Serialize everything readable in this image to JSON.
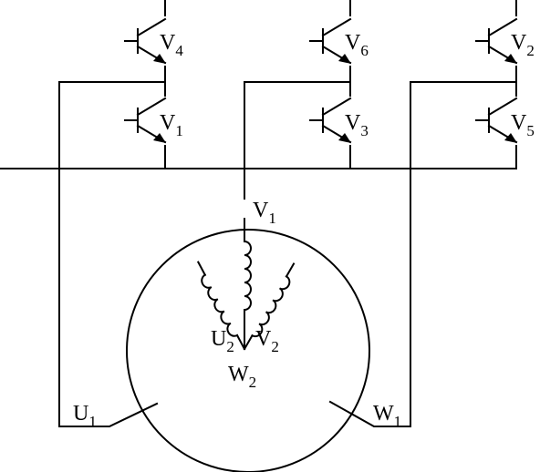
{
  "transistors": [
    {
      "id": "v4",
      "letter": "V",
      "index": "4"
    },
    {
      "id": "v1",
      "letter": "V",
      "index": "1"
    },
    {
      "id": "v6",
      "letter": "V",
      "index": "6"
    },
    {
      "id": "v3",
      "letter": "V",
      "index": "3"
    },
    {
      "id": "v2",
      "letter": "V",
      "index": "2"
    },
    {
      "id": "v5",
      "letter": "V",
      "index": "5"
    }
  ],
  "terminals": {
    "v_end": {
      "letter": "V",
      "index": "1"
    },
    "u_mid": {
      "letter": "U",
      "index": "2"
    },
    "v_mid": {
      "letter": "V",
      "index": "2"
    },
    "w_mid": {
      "letter": "W",
      "index": "2"
    },
    "u_end": {
      "letter": "U",
      "index": "1"
    },
    "w_end": {
      "letter": "W",
      "index": "1"
    }
  }
}
